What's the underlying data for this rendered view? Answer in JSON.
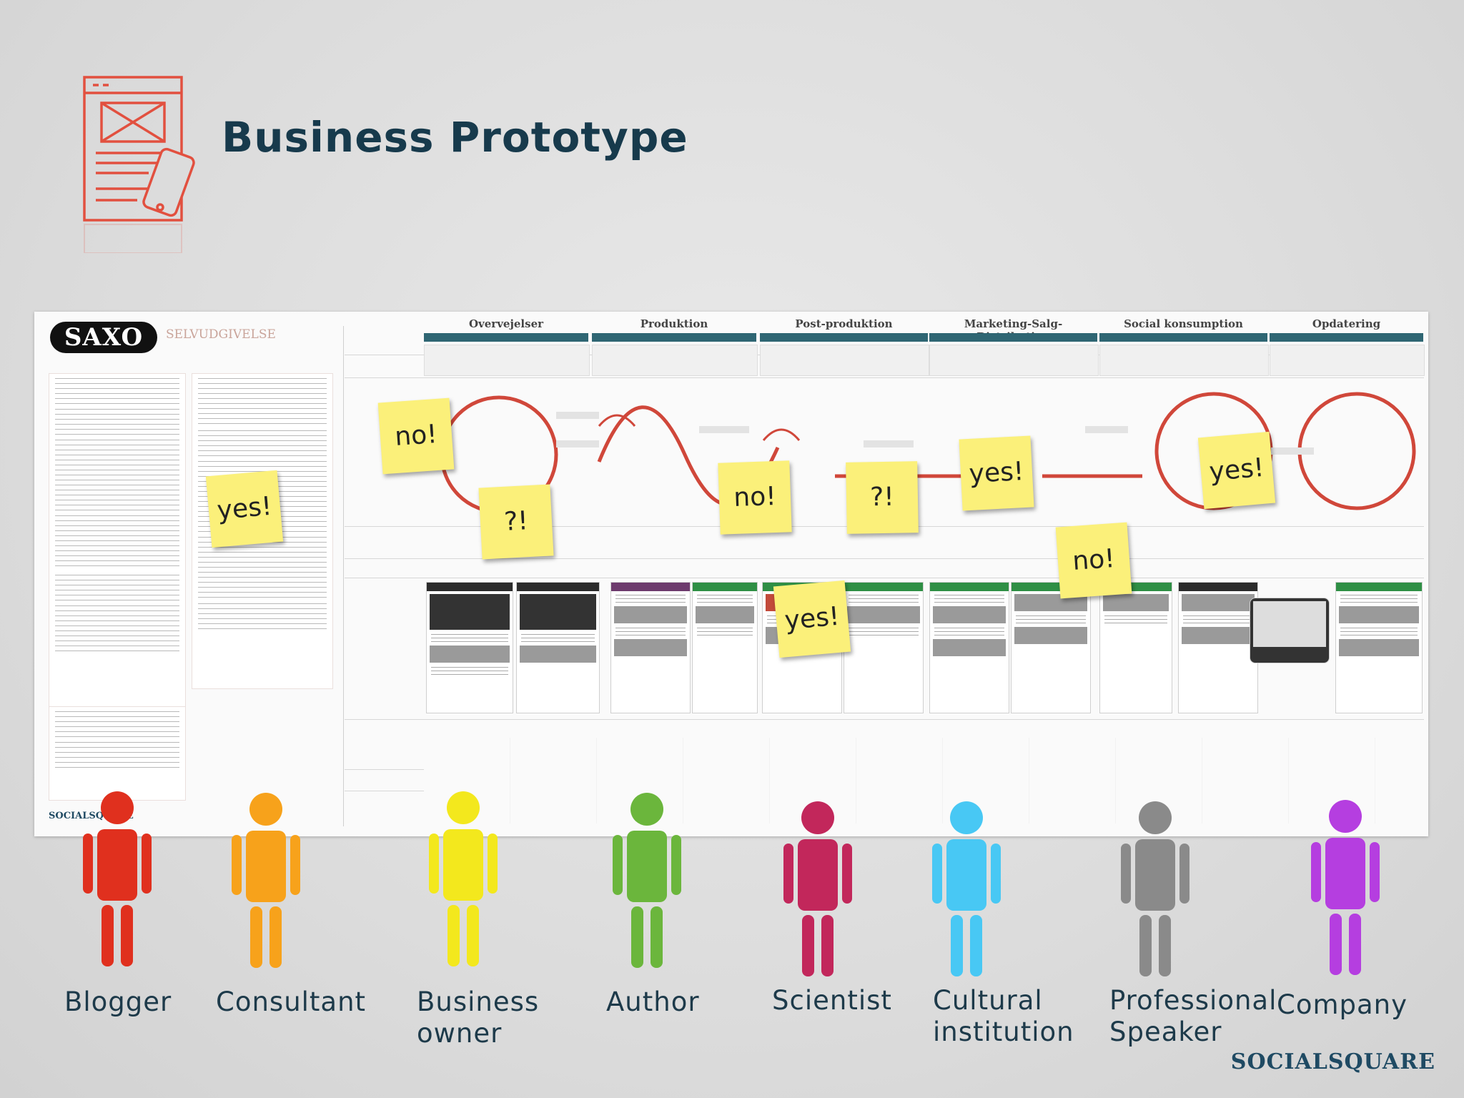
{
  "title": "Business Prototype",
  "board": {
    "brand_badge": "SAXO",
    "brand_sub": "SELVUDGIVELSE",
    "footer_brand": "SOCIALSQUARE",
    "phases": [
      "Overvejelser",
      "Produktion",
      "Post-produktion",
      "Marketing-Salg-Distribution",
      "Social konsumption",
      "Opdatering"
    ]
  },
  "stickies": [
    "no!",
    "yes!",
    "?!",
    "no!",
    "?!",
    "yes!",
    "yes!",
    "no!",
    "yes!"
  ],
  "personas": [
    {
      "label": "Blogger",
      "color": "#e0301e"
    },
    {
      "label": "Consultant",
      "color": "#f7a21b"
    },
    {
      "label": "Business owner",
      "color": "#f3e81d"
    },
    {
      "label": "Author",
      "color": "#6bb63c"
    },
    {
      "label": "Scientist",
      "color": "#c2275b"
    },
    {
      "label": "Cultural institution",
      "color": "#48c8f4"
    },
    {
      "label": "Professional Speaker",
      "color": "#8a8a8a"
    },
    {
      "label": "Company",
      "color": "#b53ee0"
    }
  ],
  "brand": "SOCIALSQUARE"
}
